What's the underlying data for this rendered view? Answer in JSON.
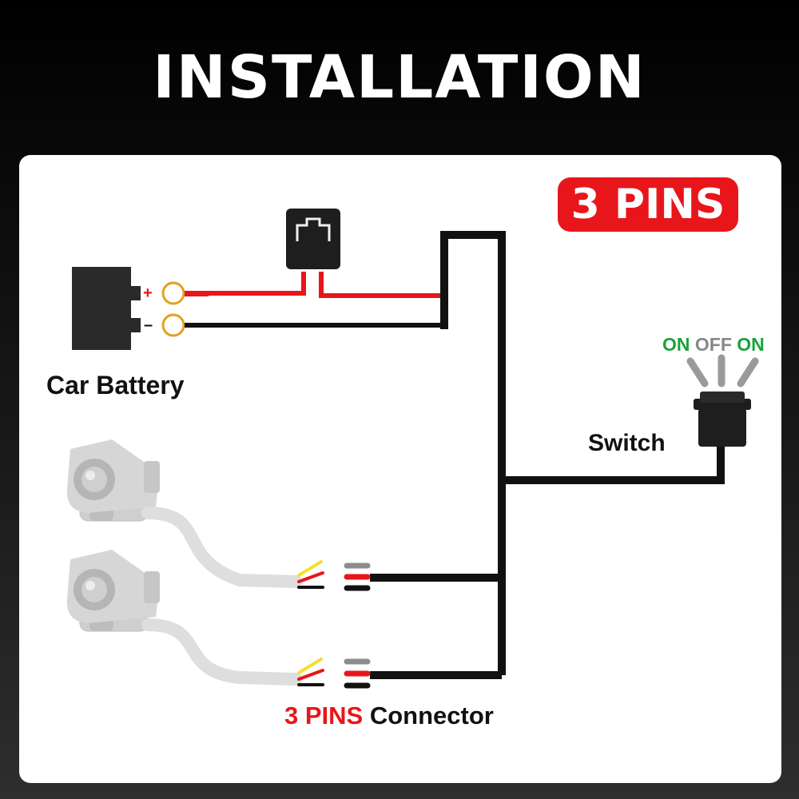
{
  "title": "INSTALLATION",
  "badge": "3 PINS",
  "battery": {
    "label": "Car Battery",
    "plus": "+",
    "minus": "–"
  },
  "switch": {
    "label": "Switch",
    "state_left": "ON",
    "state_mid": "OFF",
    "state_right": "ON"
  },
  "connector": {
    "label_highlight": "3 PINS",
    "label_rest": " Connector"
  },
  "colors": {
    "wire_red": "#e8161b",
    "wire_black": "#111111",
    "on_green": "#1aa23a",
    "off_gray": "#888888",
    "terminal_ring": "#e3a020"
  },
  "icons": {
    "battery": "battery-icon",
    "relay": "relay-icon",
    "switch": "rocker-switch-icon",
    "lamp": "spotlight-icon"
  }
}
